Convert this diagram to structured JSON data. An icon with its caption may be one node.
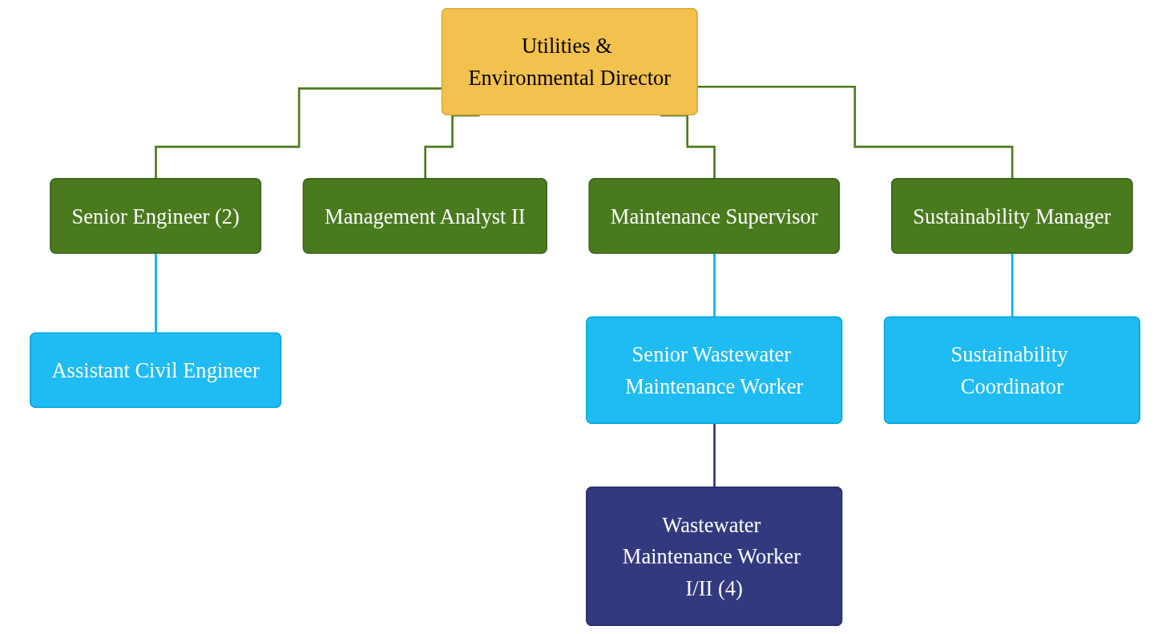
{
  "diagram": {
    "nodes": [
      {
        "text": [
          "Utilities & Environmental Director"
        ]
      },
      {
        "text": [
          "Senior Engineer (2)"
        ]
      },
      {
        "text": [
          "Management Analyst II"
        ]
      },
      {
        "text": [
          "Maintenance Supervisor"
        ]
      },
      {
        "text": [
          "Sustainability Manager"
        ]
      },
      {
        "text": [
          "Assistant Civil Engineer"
        ]
      },
      {
        "text": [
          "Senior Wastewater Maintenance Worker"
        ]
      },
      {
        "text": [
          "Sustainability Coordinator"
        ]
      },
      {
        "text": [
          "Wastewater Maintenance Worker I/II (4)"
        ]
      }
    ],
    "edges": [
      {
        "from": 0,
        "to": 1,
        "arrow": "none"
      },
      {
        "from": 0,
        "to": 2,
        "arrow": "none"
      },
      {
        "from": 0,
        "to": 3,
        "arrow": "none"
      },
      {
        "from": 0,
        "to": 4,
        "arrow": "none"
      },
      {
        "from": 1,
        "to": 5,
        "arrow": "none",
        "color": "#00b0f0"
      },
      {
        "from": 3,
        "to": 6,
        "arrow": "none",
        "color": "#00b0f0"
      },
      {
        "from": 4,
        "to": 7,
        "arrow": "none",
        "color": "#00b0f0"
      },
      {
        "from": 6,
        "to": 8,
        "arrow": "none",
        "color": "#2e3580"
      }
    ]
  }
}
